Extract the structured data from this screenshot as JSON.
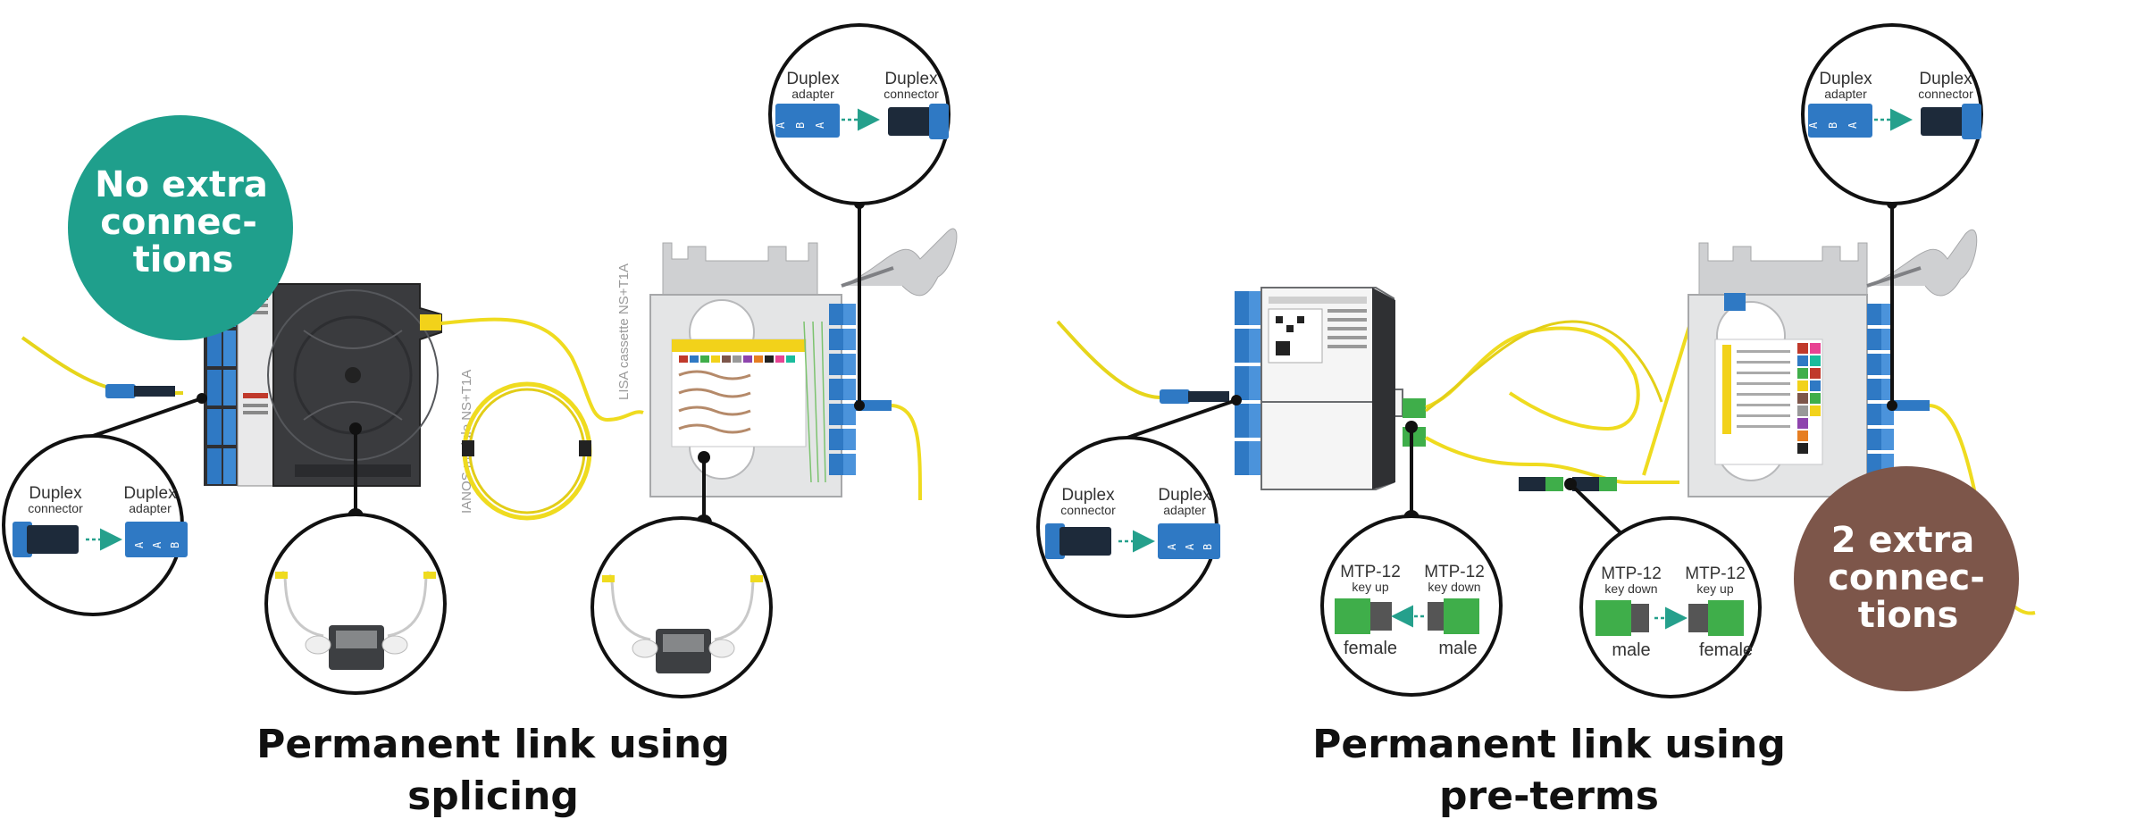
{
  "left": {
    "badge": {
      "line1": "No extra",
      "line2": "connec-",
      "line3": "tions"
    },
    "module_label": "IANOS module NS+T1A",
    "cassette_label": "LISA cassette NS+T1A",
    "inset_top": {
      "left_title": "Duplex",
      "left_sub": "adapter",
      "right_title": "Duplex",
      "right_sub": "connector"
    },
    "inset_left": {
      "left_title": "Duplex",
      "left_sub": "connector",
      "right_title": "Duplex",
      "right_sub": "adapter"
    },
    "caption_line1": "Permanent link using",
    "caption_line2": "splicing"
  },
  "right": {
    "badge": {
      "line1": "2 extra",
      "line2": "connec-",
      "line3": "tions"
    },
    "inset_top": {
      "left_title": "Duplex",
      "left_sub": "adapter",
      "right_title": "Duplex",
      "right_sub": "connector"
    },
    "inset_left": {
      "left_title": "Duplex",
      "left_sub": "connector",
      "right_title": "Duplex",
      "right_sub": "adapter"
    },
    "inset_mtp1": {
      "left_title": "MTP-12",
      "left_sub": "key up",
      "right_title": "MTP-12",
      "right_sub": "key down",
      "left_gender": "female",
      "right_gender": "male"
    },
    "inset_mtp2": {
      "left_title": "MTP-12",
      "left_sub": "key down",
      "right_title": "MTP-12",
      "right_sub": "key up",
      "left_gender": "male",
      "right_gender": "female"
    },
    "caption_line1": "Permanent link using",
    "caption_line2": "pre-terms"
  },
  "colors": {
    "teal": "#1f9f8c",
    "brown": "#7d564a",
    "fiber": "#f2e21a",
    "port_blue": "#2f79c4",
    "dark": "#3d3f42",
    "arrow_teal": "#25a08c",
    "mtp_green": "#3fae4a"
  }
}
